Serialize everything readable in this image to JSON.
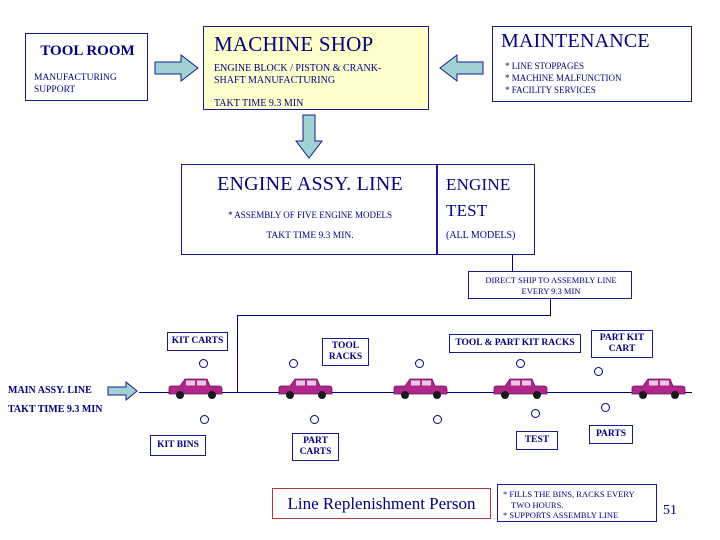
{
  "diagram": {
    "tool_room": {
      "title": "TOOL ROOM",
      "subtitle_line1": "MANUFACTURING",
      "subtitle_line2": "SUPPORT"
    },
    "machine_shop": {
      "title": "MACHINE SHOP",
      "desc_line1": "ENGINE BLOCK / PISTON & CRANK-",
      "desc_line2": "SHAFT MANUFACTURING",
      "takt": "TAKT TIME 9.3 MIN"
    },
    "maintenance": {
      "title": "MAINTENANCE",
      "bullets": [
        "* LINE STOPPAGES",
        "* MACHINE MALFUNCTION",
        "* FACILITY SERVICES"
      ]
    },
    "engine_assy": {
      "title": "ENGINE ASSY. LINE",
      "bullet": "* ASSEMBLY OF FIVE ENGINE MODELS",
      "takt": "TAKT TIME 9.3 MIN."
    },
    "engine_test": {
      "title_line1": "ENGINE",
      "title_line2": "TEST",
      "subtitle": "(ALL MODELS)"
    },
    "direct_ship": {
      "line1": "DIRECT SHIP TO ASSEMBLY LINE",
      "line2": "EVERY 9.3 MIN"
    },
    "line_labels": {
      "kit_carts": "KIT CARTS",
      "tool_racks_line1": "TOOL",
      "tool_racks_line2": "RACKS",
      "tool_part_kit_racks": "TOOL & PART KIT RACKS",
      "part_kit_cart_line1": "PART KIT",
      "part_kit_cart_line2": "CART",
      "kit_bins": "KIT BINS",
      "part_carts_line1": "PART",
      "part_carts_line2": "CARTS",
      "test": "TEST",
      "parts": "PARTS"
    },
    "main_assy": {
      "line1": "MAIN ASSY. LINE",
      "line2": "TAKT TIME 9.3 MIN"
    },
    "replenishment": {
      "label": "Line Replenishment Person"
    },
    "notes": {
      "line1": "* FILLS THE BINS, RACKS EVERY",
      "line2": "TWO HOURS.",
      "line3": "* SUPPORTS ASSEMBLY LINE"
    },
    "page_number": "51",
    "colors": {
      "ink": "#000080",
      "arrow_fill": "#9fd3d3",
      "arrow_stroke": "#1a1a8c",
      "car_body": "#b0268a",
      "yellow_box": "#ffffcc",
      "repl_border": "#b03a3a"
    }
  }
}
